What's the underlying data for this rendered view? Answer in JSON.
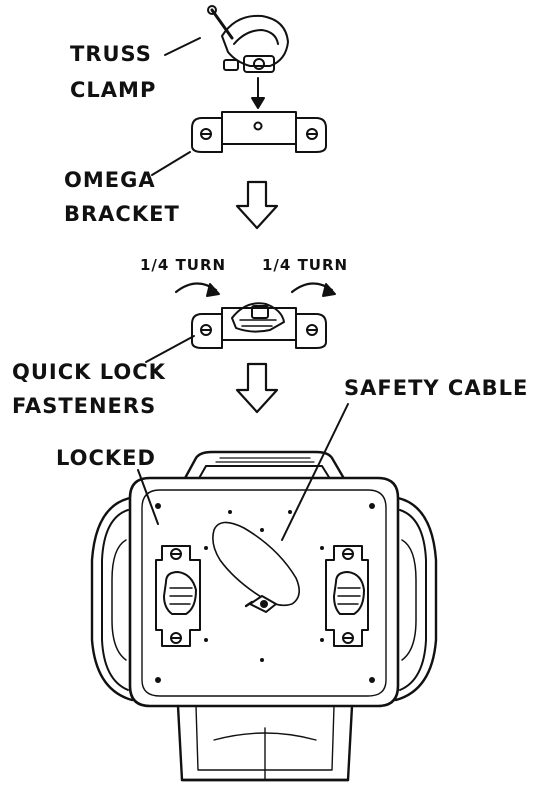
{
  "labels": {
    "truss_clamp": [
      "TRUSS",
      "CLAMP"
    ],
    "omega_bracket": [
      "OMEGA",
      "BRACKET"
    ],
    "turn_left": "1/4 TURN",
    "turn_right": "1/4 TURN",
    "quick_lock": [
      "QUICK LOCK",
      "FASTENERS"
    ],
    "safety_cable": "SAFETY CABLE",
    "locked": "LOCKED"
  },
  "colors": {
    "line": "#111111",
    "fill": "#ffffff"
  },
  "icons": [
    "truss-clamp-icon",
    "omega-bracket-icon",
    "down-arrow-icon",
    "rotate-arrow-icon",
    "moving-head-base-icon"
  ]
}
